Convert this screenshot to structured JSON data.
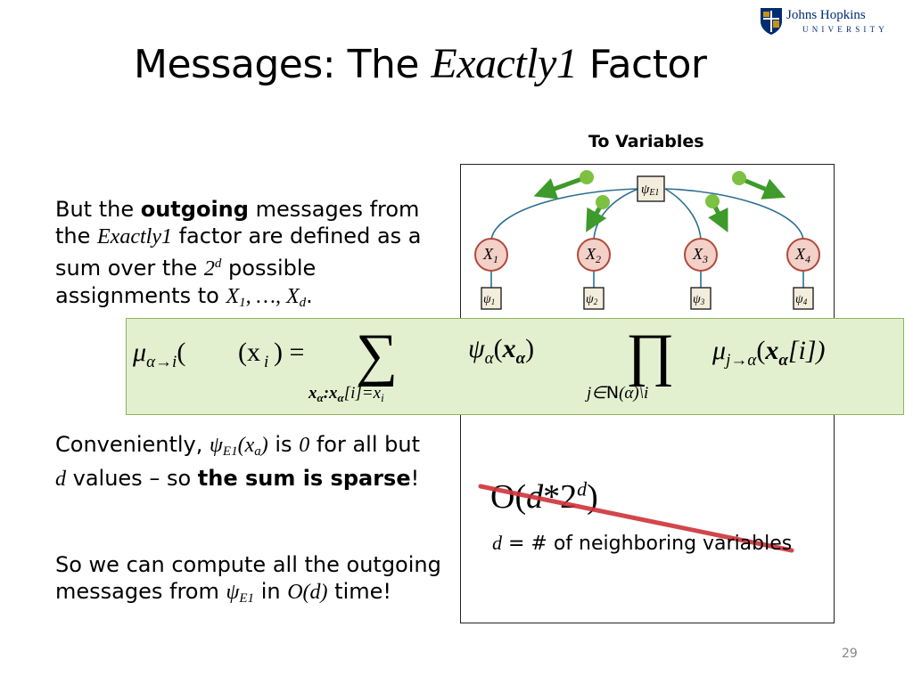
{
  "header": {
    "title_prefix": "Messages: The ",
    "title_emph": "Exactly1",
    "title_suffix": " Factor",
    "logo": {
      "name": "Johns Hopkins",
      "subtitle": "UNIVERSITY",
      "color": "#002d72"
    }
  },
  "body": {
    "para1": {
      "t1": "But the ",
      "b1": "outgoing",
      "t2": " messages from the ",
      "m1": "Exactly1",
      "t3": " factor are defined as a sum over the ",
      "m2": "2",
      "m2_sup": "d",
      "t4": " possible assignments to ",
      "m3": "X",
      "m3_sub": "1",
      "m4": ", …, X",
      "m4_sub": "d",
      "t5": "."
    },
    "para2": {
      "t1": "Conveniently, ",
      "m1": "ψ",
      "m1_sub": "E1",
      "m2": "(x",
      "m2_sub": "a",
      "m3": ")",
      "t2": " is ",
      "m4": "0",
      "t3": " for all but ",
      "m5": "d",
      "t4": " values – so ",
      "b1": "the sum is sparse",
      "t5": "!"
    },
    "para3": {
      "t1": "So we can compute all the outgoing messages from ",
      "m1": "ψ",
      "m1_sub": "E1",
      "t2": " in ",
      "m2": "O(d)",
      "t3": " time!"
    }
  },
  "diagram": {
    "caption": "To Variables",
    "factor_label": "ψ",
    "factor_label_sub": "E1",
    "variables": [
      {
        "label": "X",
        "sub": "1"
      },
      {
        "label": "X",
        "sub": "2"
      },
      {
        "label": "X",
        "sub": "3"
      },
      {
        "label": "X",
        "sub": "4"
      }
    ],
    "unary_factors": [
      {
        "label": "ψ",
        "sub": "1"
      },
      {
        "label": "ψ",
        "sub": "2"
      },
      {
        "label": "ψ",
        "sub": "3"
      },
      {
        "label": "ψ",
        "sub": "4"
      }
    ],
    "colors": {
      "edge": "#2b6f8f",
      "variable_fill": "#f3d0c8",
      "variable_stroke": "#b04a3a",
      "factor_fill": "#f3eddc",
      "arrow": "#3e9a2a",
      "message_dot": "#7cc142"
    }
  },
  "equation": {
    "lhs": "μ",
    "lhs_sub": "α→i",
    "lhs_arg": "(x",
    "lhs_arg_sub": "i",
    "lhs_close": ") =",
    "sum_symbol": "∑",
    "sum_under_1": "x",
    "sum_under_1_sub": "α",
    "sum_under_2": ":x",
    "sum_under_2_sub": "α",
    "sum_under_3": "[i]=x",
    "sum_under_3_sub": "i",
    "psi": "ψ",
    "psi_sub": "α",
    "psi_open": "(",
    "psi_arg": "x",
    "psi_arg_sub": "α",
    "psi_close": ")",
    "prod_symbol": "∏",
    "prod_under": "j∈",
    "prod_under_N": "N",
    "prod_under_rest": "(α)\\i",
    "rhs": "μ",
    "rhs_sub": "j→α",
    "rhs_open": "(",
    "rhs_arg": "x",
    "rhs_arg_sub": "α",
    "rhs_close": "[i])",
    "box_fill": "#e3f0d0",
    "box_stroke": "#8fb35a"
  },
  "complexity": {
    "text_pre": "O(",
    "d": "d",
    "times_two": "*2",
    "exp": "d",
    "close": ")",
    "strike_color": "#d0373d",
    "note_var": "d",
    "note_text": " = # of neighboring variables"
  },
  "page_number": "29"
}
